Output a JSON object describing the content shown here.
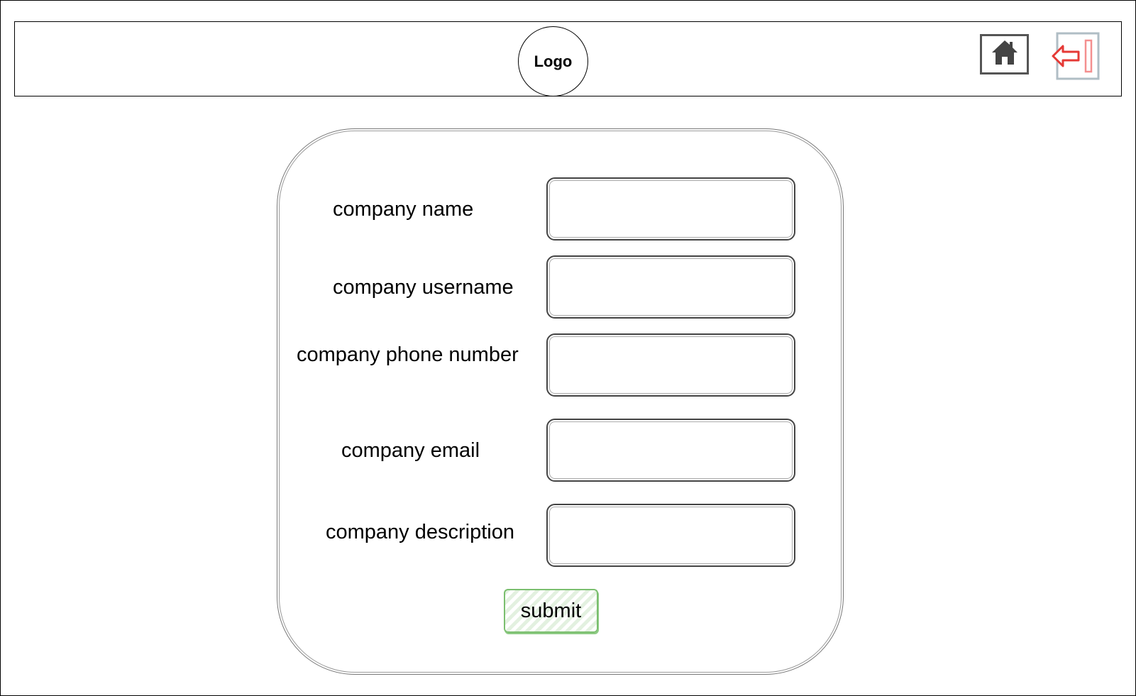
{
  "header": {
    "logo_label": "Logo",
    "home_icon": "home-icon",
    "logout_icon": "logout-icon"
  },
  "form": {
    "fields": [
      {
        "label": "company name",
        "value": ""
      },
      {
        "label": "company username",
        "value": ""
      },
      {
        "label": "company phone number",
        "value": ""
      },
      {
        "label": "company email",
        "value": ""
      },
      {
        "label": "company description",
        "value": ""
      }
    ],
    "submit_label": "submit"
  },
  "colors": {
    "submit_border": "#7bbf6f",
    "logout_arrow": "#e53935",
    "logout_bar": "#f4a6a6"
  }
}
